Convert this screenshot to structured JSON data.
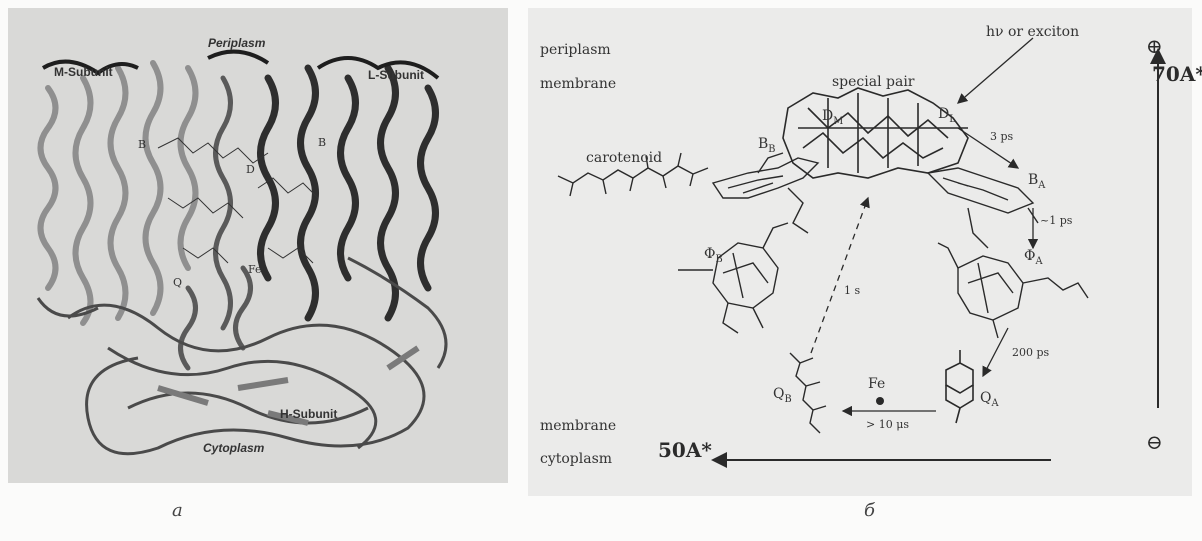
{
  "panel_a": {
    "labels": {
      "periplasm": "Periplasm",
      "m_subunit": "M-Subunit",
      "l_subunit": "L-Subunit",
      "h_subunit": "H-Subunit",
      "cytoplasm": "Cytoplasm",
      "b_left": "B",
      "b_right": "B",
      "d_center": "D",
      "q_left": "Q",
      "fe": "Fe"
    },
    "caption": "а"
  },
  "panel_b": {
    "labels": {
      "periplasm": "periplasm",
      "membrane_top": "membrane",
      "membrane_bottom": "membrane",
      "cytoplasm": "cytoplasm",
      "special_pair": "special pair",
      "hv": "hν or exciton",
      "carotenoid": "carotenoid",
      "dm": "D",
      "dm_sub": "M",
      "dl": "D",
      "dl_sub": "L",
      "bb": "B",
      "bb_sub": "B",
      "ba": "B",
      "ba_sub": "A",
      "phib": "Φ",
      "phib_sub": "B",
      "phia": "Φ",
      "phia_sub": "A",
      "qb": "Q",
      "qb_sub": "B",
      "qa": "Q",
      "qa_sub": "A",
      "fe": "Fe",
      "t_3ps": "3 ps",
      "t_1ps": "~1 ps",
      "t_200ps": "200 ps",
      "t_1s": "1 s",
      "t_10us": "> 10 μs",
      "distance_top": "70A*",
      "distance_bottom": "50A*",
      "plus": "⊕",
      "minus": "⊖"
    },
    "caption": "б"
  }
}
